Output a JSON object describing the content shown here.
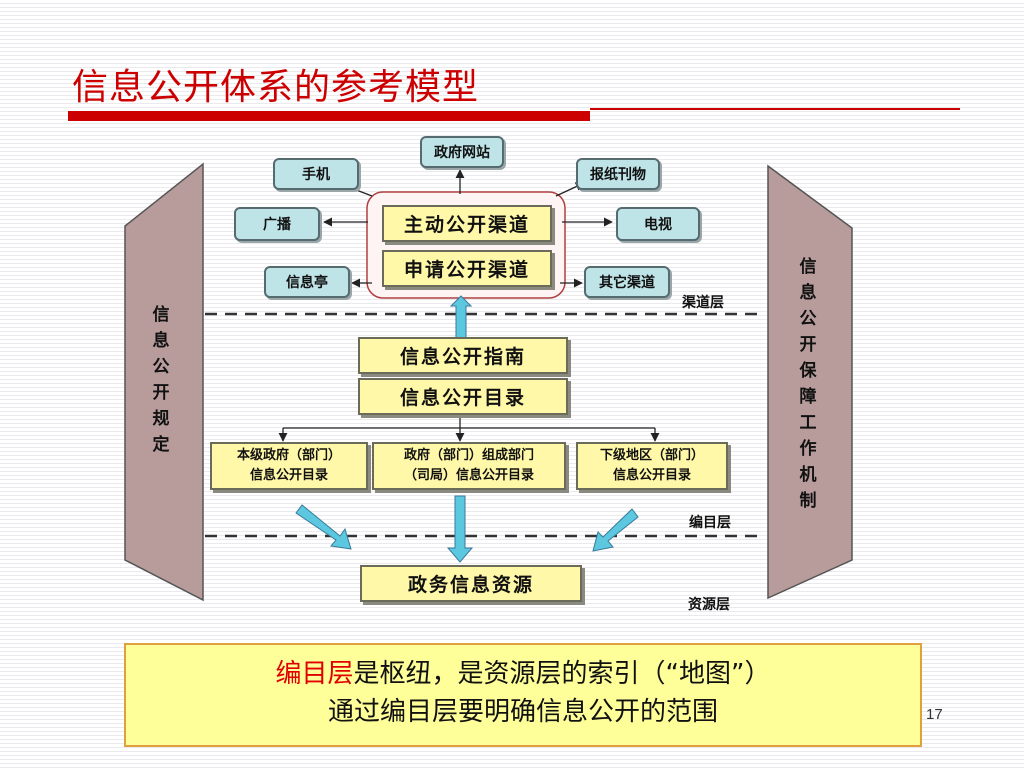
{
  "slide": {
    "title": "信息公开体系的参考模型",
    "page_number": "17"
  },
  "diagram": {
    "left_sidebar": "信息公开规定",
    "right_sidebar": "信息公开保障工作机制",
    "channels": {
      "gov_website": "政府网站",
      "phone": "手机",
      "newspaper": "报纸刊物",
      "broadcast": "广播",
      "tv": "电视",
      "kiosk": "信息亭",
      "other": "其它渠道"
    },
    "proactive_channel": "主动公开渠道",
    "request_channel": "申请公开渠道",
    "guide": "信息公开指南",
    "catalog": "信息公开目录",
    "sub_catalogs": {
      "local": [
        "本级政府（部门）",
        "信息公开目录"
      ],
      "component": [
        "政府（部门）组成部门",
        "（司局）信息公开目录"
      ],
      "lower": [
        "下级地区（部门）",
        "信息公开目录"
      ]
    },
    "resource": "政务信息资源",
    "layers": {
      "channel": "渠道层",
      "catalog": "编目层",
      "resource": "资源层"
    }
  },
  "note": {
    "highlight": "编目层",
    "line1_rest": "是枢纽，是资源层的索引（“地图”）",
    "line2": "通过编目层要明确信息公开的范围"
  },
  "colors": {
    "title": "#cc0000",
    "channel_fill": "#bfe4e8",
    "core_fill": "#fff8a8",
    "sidebar_fill": "#b89c9c",
    "arrow_blue": "#5cc8e0",
    "note_fill": "#ffff99"
  }
}
